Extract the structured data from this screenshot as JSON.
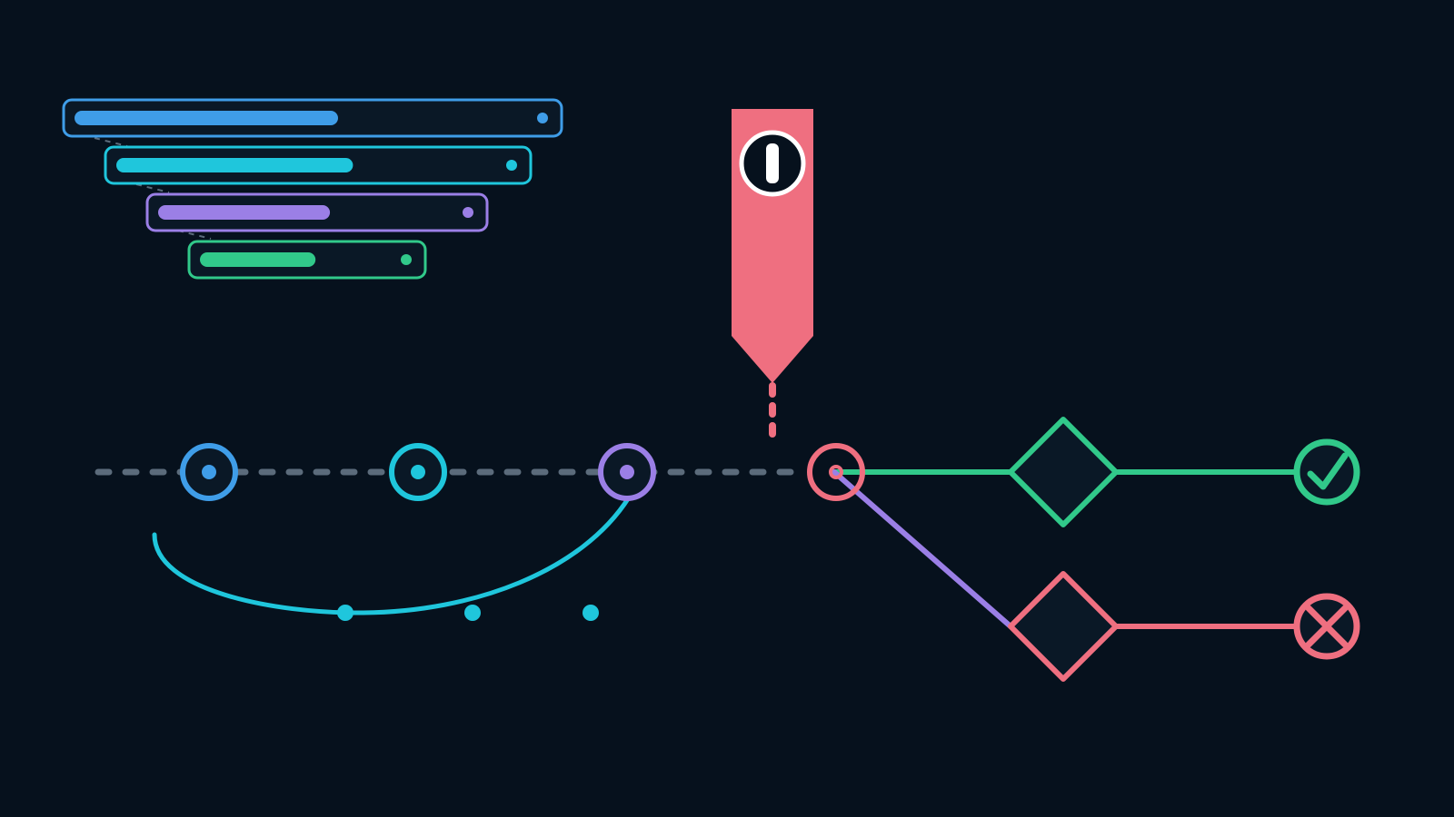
{
  "colors": {
    "background": "#06111d",
    "panel_fill": "#0a1826",
    "node_fill": "#0a1826",
    "blue": "#3f9de8",
    "cyan": "#1fc6dc",
    "purple": "#9b7fe6",
    "green": "#31c98a",
    "red": "#ef6f80",
    "dash_gray": "#5b6b7b",
    "white": "#ffffff",
    "dark": "#06111d"
  },
  "stack_bars": [
    {
      "color_key": "blue",
      "fill": 0.58
    },
    {
      "color_key": "cyan",
      "fill": 0.62
    },
    {
      "color_key": "purple",
      "fill": 0.58
    },
    {
      "color_key": "green",
      "fill": 0.6
    }
  ],
  "timeline_nodes": [
    {
      "color_key": "blue",
      "style": "ring-dot"
    },
    {
      "color_key": "cyan",
      "style": "ring-dot"
    },
    {
      "color_key": "purple",
      "style": "ring-dot"
    },
    {
      "color_key": "red",
      "style": "ring-dot-open"
    }
  ],
  "marker": {
    "icon": "pause-icon",
    "color_key": "red"
  },
  "branches": [
    {
      "name": "success-branch",
      "line_color_key": "green",
      "decision_color_key": "green",
      "end_icon": "check-circle-icon"
    },
    {
      "name": "failure-branch",
      "line_color_key": "purple",
      "exit_color_key": "red",
      "decision_color_key": "red",
      "end_icon": "x-circle-icon"
    }
  ],
  "loop_arc": {
    "color_key": "cyan",
    "trailing_dots": 3
  }
}
